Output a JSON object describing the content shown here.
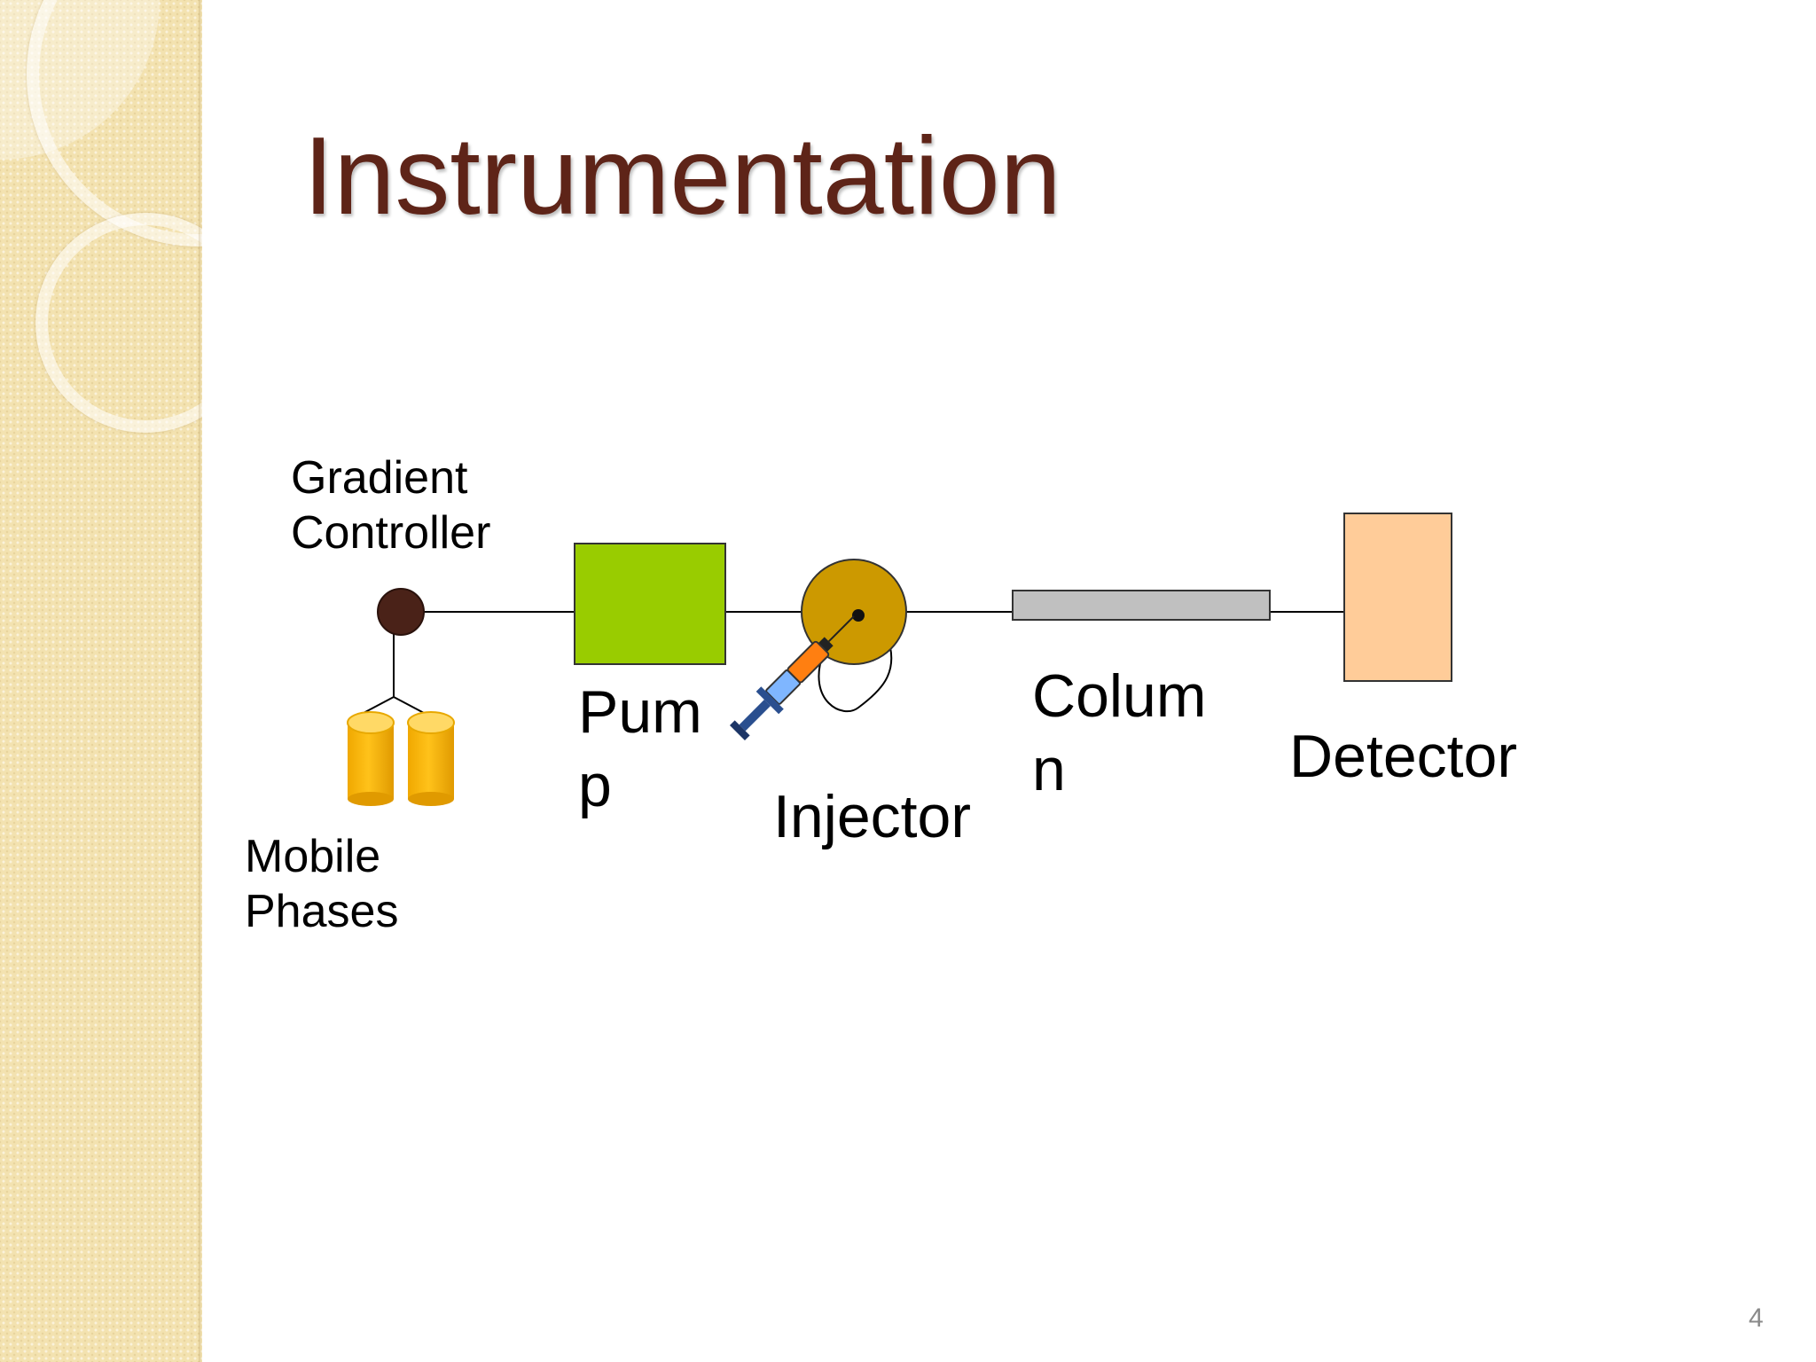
{
  "slide": {
    "title": "Instrumentation",
    "page_number": "4"
  },
  "diagram": {
    "labels": {
      "gradient_controller_line1": "Gradient",
      "gradient_controller_line2": "Controller",
      "mobile_phases_line1": "Mobile",
      "mobile_phases_line2": "Phases",
      "pump_line1": "Pum",
      "pump_line2": "p",
      "injector": "Injector",
      "column_line1": "Colum",
      "column_line2": "n",
      "detector": "Detector"
    },
    "colors": {
      "controller": "#4a2218",
      "pump": "#99cc00",
      "injector": "#cc9900",
      "column": "#c0c0c0",
      "detector": "#ffcc99",
      "mobile_phase_bottles": "#ffbb00",
      "title": "#5e2418",
      "sidebar": "#f3e2b0"
    }
  }
}
